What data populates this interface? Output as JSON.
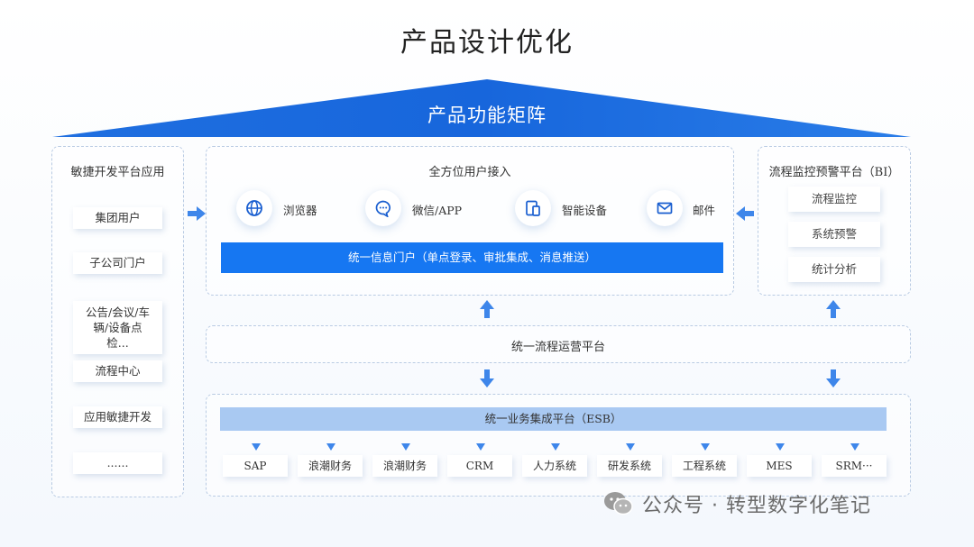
{
  "title": "产品设计优化",
  "roof_label": "产品功能矩阵",
  "left_panel": {
    "title": "敏捷开发平台应用",
    "items": [
      "集团用户",
      "子公司门户",
      "公告/会议/车\n辆/设备点\n检...",
      "流程中心",
      "应用敏捷开发",
      "......"
    ]
  },
  "access_panel": {
    "title": "全方位用户接入",
    "channels": [
      {
        "label": "浏览器",
        "icon": "globe-icon"
      },
      {
        "label": "微信/APP",
        "icon": "chat-bubble-icon"
      },
      {
        "label": "智能设备",
        "icon": "devices-icon"
      },
      {
        "label": "邮件",
        "icon": "mail-icon"
      }
    ],
    "portal": "统一信息门户（单点登录、审批集成、消息推送）"
  },
  "bi_panel": {
    "title": "流程监控预警平台（BI）",
    "items": [
      "流程监控",
      "系统预警",
      "统计分析"
    ]
  },
  "flow_platform": "统一流程运营平台",
  "esb_panel": {
    "bar": "统一业务集成平台（ESB）",
    "systems": [
      "SAP",
      "浪潮财务",
      "浪潮财务",
      "CRM",
      "人力系统",
      "研发系统",
      "工程系统",
      "MES",
      "SRM···"
    ]
  },
  "watermark": "公众号 · 转型数字化笔记",
  "colors": {
    "accent": "#1677f2",
    "esb_bar": "#a9c9f2",
    "border": "#b9cbe3",
    "arrow": "#3e86ea"
  }
}
